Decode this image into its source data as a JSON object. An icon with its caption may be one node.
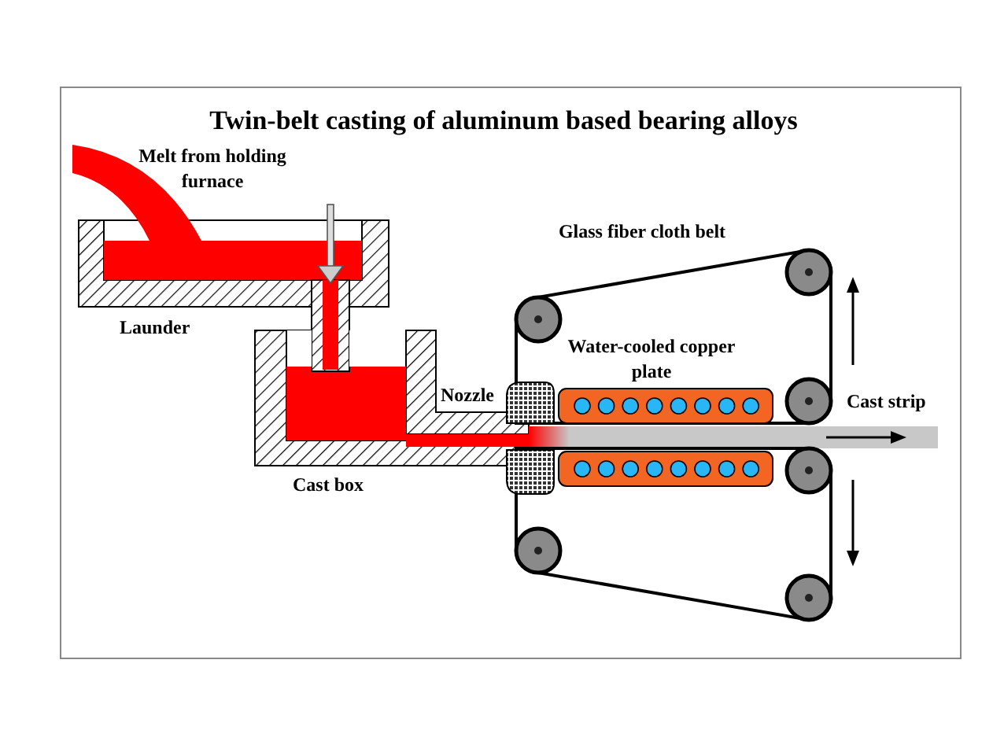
{
  "diagram": {
    "title": "Twin-belt casting of aluminum based bearing alloys",
    "labels": [
      "Melt from holding furnace",
      "Glass fiber cloth belt",
      "Launder",
      "Water-cooled copper plate",
      "Nozzle",
      "Cast strip",
      "Cast box"
    ]
  }
}
